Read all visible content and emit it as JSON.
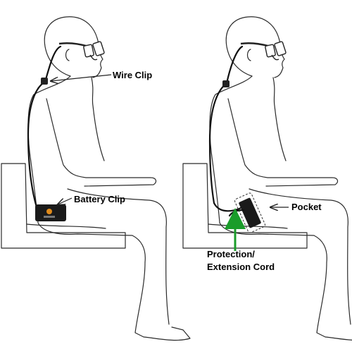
{
  "labels": {
    "wire_clip": "Wire Clip",
    "battery_clip": "Battery Clip",
    "pocket": "Pocket",
    "cord_line1": "Protection/",
    "cord_line2": "Extension Cord"
  },
  "colors": {
    "line": "#2b2b2b",
    "cable": "#111111",
    "device": "#1a1a1a",
    "battery_light": "#e08a1a",
    "pocket_dash": "#333333",
    "cord_arrow": "#1a9c2a"
  }
}
